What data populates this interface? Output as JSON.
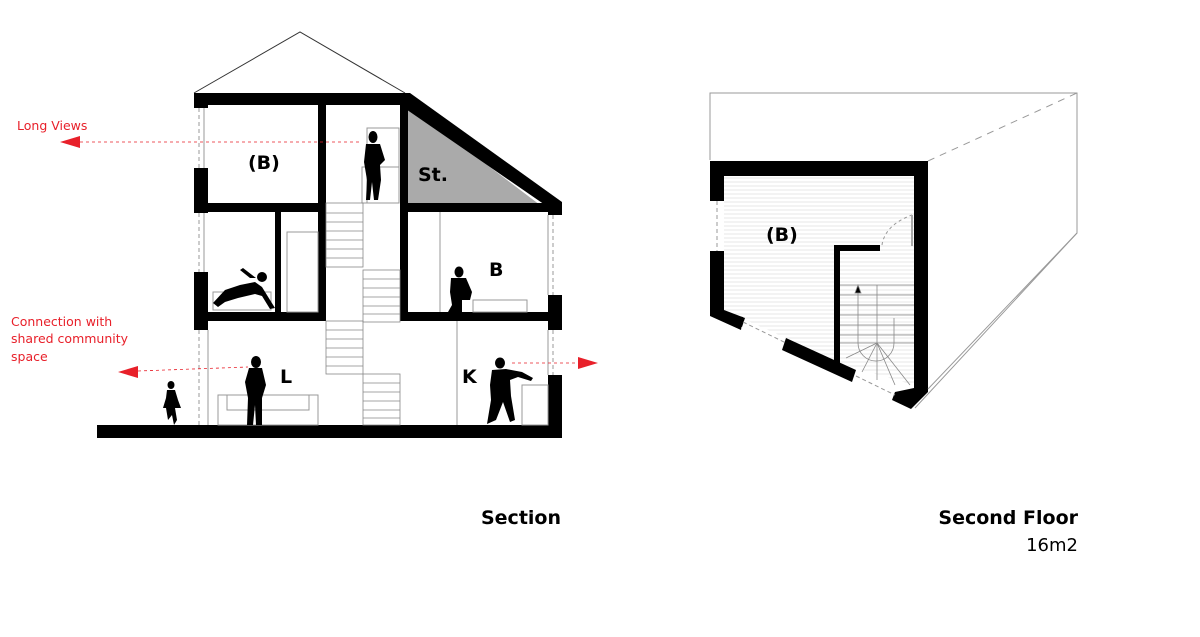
{
  "section": {
    "title": "Section",
    "rooms": {
      "bedroom_optional": "(B)",
      "storage": "St.",
      "bedroom": "B",
      "living": "L",
      "kitchen": "K"
    },
    "annotations": {
      "long_views": "Long Views",
      "connection": [
        "Connection with",
        "shared community",
        "space"
      ]
    }
  },
  "plan": {
    "title": "Second Floor",
    "area": "16m2",
    "room": "(B)"
  },
  "colors": {
    "annotation": "#e8202a",
    "storage_fill": "#aaaaaa",
    "wall": "#000000"
  }
}
